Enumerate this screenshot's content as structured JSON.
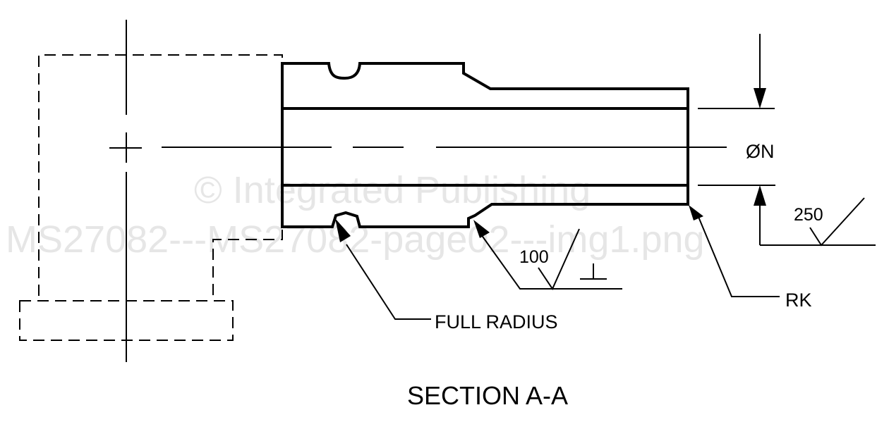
{
  "title": "SECTION A-A",
  "watermark": {
    "line1": "© Integrated Publishing",
    "line2": "MS27082---MS27082-page02---img1.png"
  },
  "labels": {
    "diameter": "ØN",
    "corner_radius": "RK",
    "full_radius": "FULL RADIUS"
  },
  "surface_finish": {
    "bore": "250",
    "chamfer": "100",
    "perpendicularity_symbol": "⊥"
  },
  "colors": {
    "line": "#000000",
    "background": "#ffffff",
    "watermark": "#e6e6e6"
  }
}
